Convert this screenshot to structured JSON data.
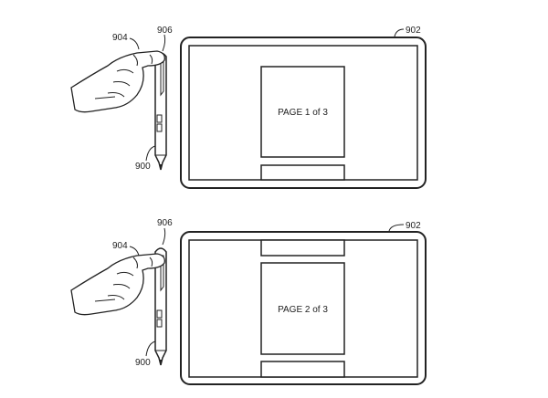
{
  "figures": [
    {
      "page_label": "PAGE 1 of 3",
      "labels": {
        "device": "902",
        "finger": "904",
        "pen_end": "906",
        "pen": "900"
      }
    },
    {
      "page_label": "PAGE 2 of 3",
      "labels": {
        "device": "902",
        "finger": "904",
        "pen_end": "906",
        "pen": "900"
      }
    }
  ]
}
